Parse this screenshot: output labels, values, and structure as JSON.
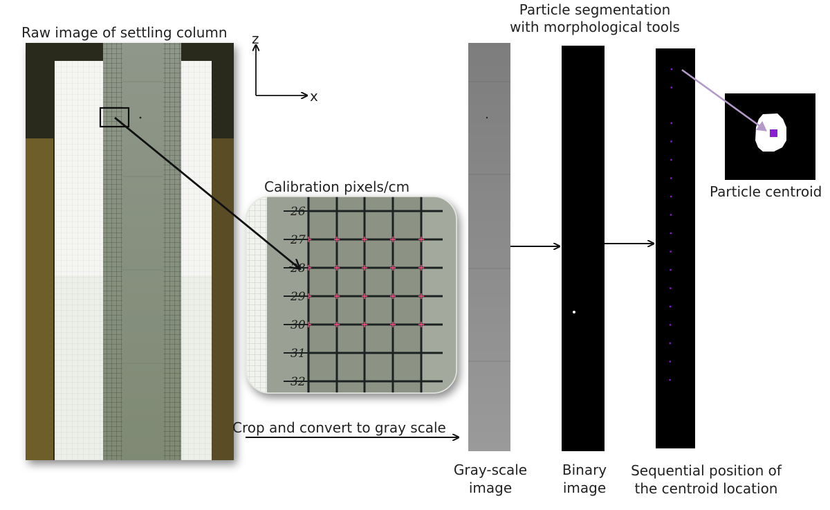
{
  "labels": {
    "raw_image": "Raw image of settling column",
    "segmentation_line1": "Particle segmentation",
    "segmentation_line2": "with morphological tools",
    "calibration": "Calibration pixels/cm",
    "crop_convert": "Crop and convert to gray scale",
    "particle_centroid": "Particle centroid",
    "grayscale_line1": "Gray-scale",
    "grayscale_line2": "image",
    "binary_line1": "Binary",
    "binary_line2": "image",
    "sequential_line1": "Sequential position of",
    "sequential_line2": "the centroid location"
  },
  "axes": {
    "z": "z",
    "x": "x"
  },
  "ruler_numbers": [
    "26",
    "27",
    "28",
    "29",
    "30",
    "31",
    "32"
  ],
  "centroid_count": 17,
  "colors": {
    "arrow": "#111111",
    "centroid_arrow": "#b39ac9",
    "centroid_marker": "#8a1fd1",
    "calibration_cross": "#ff4f86"
  }
}
